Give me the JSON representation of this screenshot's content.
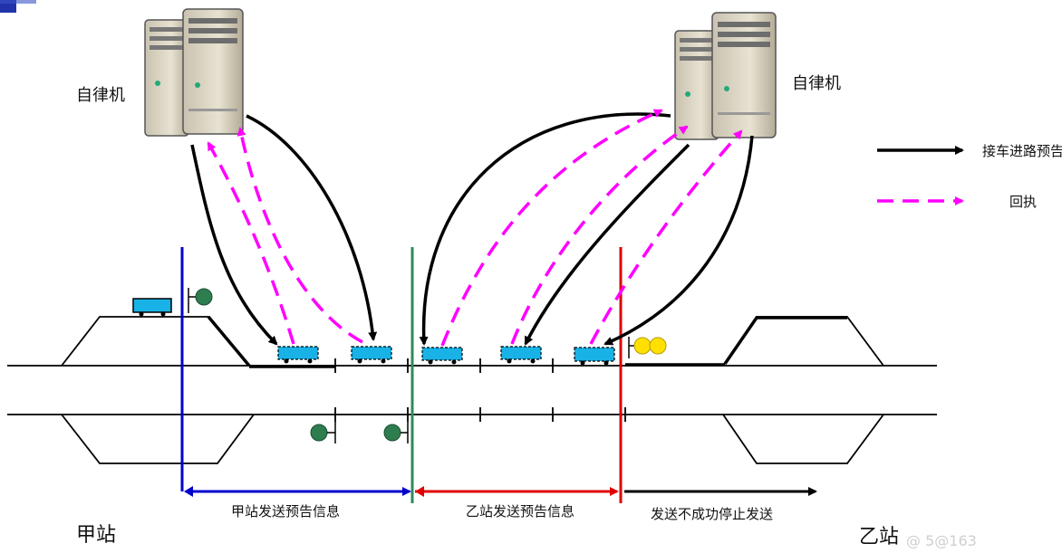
{
  "left_server_label": "自律机",
  "right_server_label": "自律机",
  "legend": {
    "solid_label": "接车进路预告",
    "dashed_label": "回执",
    "solid_color": "#000000",
    "dashed_color": "#ff00ff"
  },
  "spans": {
    "jia": "甲站发送预告信息",
    "yi": "乙站发送预告信息",
    "stop": "发送不成功停止发送"
  },
  "stations": {
    "left": "甲站",
    "right": "乙站"
  },
  "colors": {
    "blue_boundary": "#0000cc",
    "green_boundary": "#2e8b57",
    "red_boundary": "#e00000",
    "train": "#19b2e6",
    "signal_green": "#2e7d4f",
    "signal_yellow": "#ffe000"
  },
  "watermark": "@ 5@163"
}
